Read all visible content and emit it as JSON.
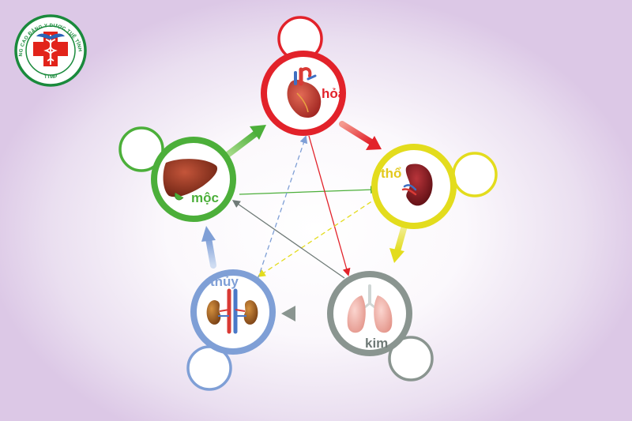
{
  "logo": {
    "ring_text": "TRƯỜNG CAO ĐẲNG Y DƯỢC TUỆ TĨNH HÀ NỘI",
    "sub_text": "TTMP",
    "ring_color": "#1a8a3c",
    "cross_color": "#e2231a"
  },
  "elements": {
    "hoa": {
      "label": "hỏa",
      "color": "#e2222a",
      "organ": "heart"
    },
    "tho": {
      "label": "thổ",
      "color": "#e3dc1d",
      "organ": "spleen"
    },
    "kim": {
      "label": "kim",
      "color": "#8a9590",
      "organ": "lungs"
    },
    "thuy": {
      "label": "thủy",
      "color": "#7f9fd6",
      "organ": "kidneys"
    },
    "moc": {
      "label": "mộc",
      "color": "#4caf3a",
      "organ": "liver"
    }
  },
  "colors": {
    "background": "#f4eef7",
    "heart": "#c8352e",
    "spleen": "#8b1f24",
    "lungs": "#f1b5ad",
    "kidney": "#a8652a",
    "liver": "#9a3a22",
    "vessel_red": "#d93a35",
    "vessel_blue": "#4a78c8"
  }
}
